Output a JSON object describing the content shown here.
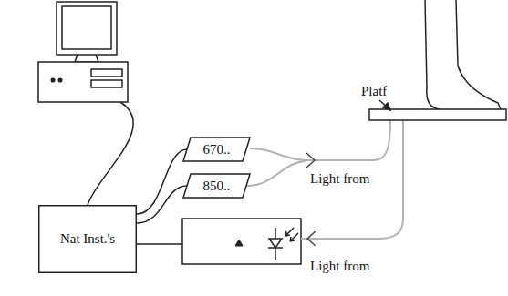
{
  "diagram": {
    "nodes": [
      {
        "text": [
          "Nat Inst.'s"
        ]
      },
      {
        "text": [
          "670.."
        ]
      },
      {
        "text": [
          "850.."
        ]
      }
    ],
    "edges": [
      {
        "from": 0,
        "to": 1,
        "arrow": "none"
      },
      {
        "from": 0,
        "to": 2,
        "arrow": "none"
      }
    ],
    "labels": [
      "Platf",
      "Light from",
      "Light from"
    ]
  }
}
